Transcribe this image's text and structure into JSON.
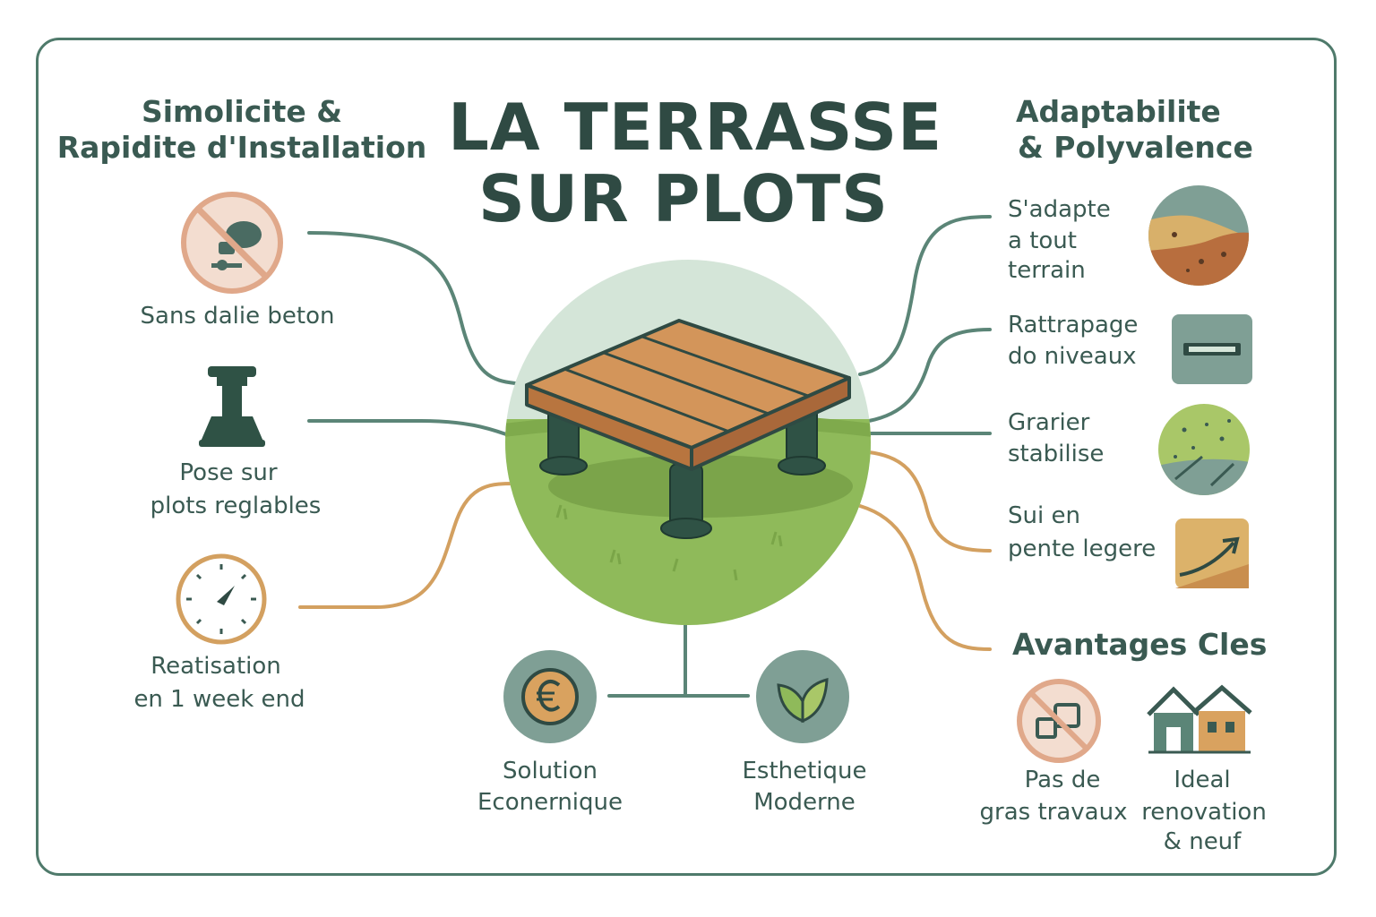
{
  "title": {
    "line1": "LA TERRASSE",
    "line2": "SUR PLOTS"
  },
  "left": {
    "heading_line1": "Simolicite &",
    "heading_line2": "Rapidite d'Installation",
    "items": [
      {
        "line1": "Sans dalie beton",
        "line2": "",
        "icon": "no-concrete-mixer-icon"
      },
      {
        "line1": "Pose sur",
        "line2": "plots reglables",
        "icon": "adjustable-pedestal-icon"
      },
      {
        "line1": "Reatisation",
        "line2": "en 1 week end",
        "icon": "stopwatch-icon"
      }
    ]
  },
  "right": {
    "heading_line1": "Adaptabilite",
    "heading_line2": "& Polyvalence",
    "items": [
      {
        "lines": [
          "S'adapte",
          "a tout",
          "terrain"
        ],
        "icon": "terrain-icon"
      },
      {
        "lines": [
          "Rattrapage",
          "do niveaux"
        ],
        "icon": "level-icon"
      },
      {
        "lines": [
          "Grarier",
          "stabilise"
        ],
        "icon": "gravel-icon"
      },
      {
        "lines": [
          "Sui en",
          "pente legere"
        ],
        "icon": "slope-arrow-icon"
      }
    ]
  },
  "bottom": {
    "items": [
      {
        "line1": "Solution",
        "line2": "Econernique",
        "icon": "euro-coin-icon"
      },
      {
        "line1": "Esthetique",
        "line2": "Moderne",
        "icon": "leaf-icon"
      }
    ]
  },
  "advantages": {
    "heading": "Avantages Cles",
    "items": [
      {
        "lines": [
          "Pas de",
          "gras travaux"
        ],
        "icon": "no-heavy-works-icon"
      },
      {
        "lines": [
          "Ideal",
          "renovation",
          "& neuf"
        ],
        "icon": "houses-icon"
      }
    ]
  },
  "colors": {
    "frame": "#4f7a6b",
    "dark_green": "#2f4a43",
    "orange": "#d9a25f",
    "grass": "#8fba5a",
    "sky": "#d6e6da",
    "wood": "#c9874e"
  }
}
